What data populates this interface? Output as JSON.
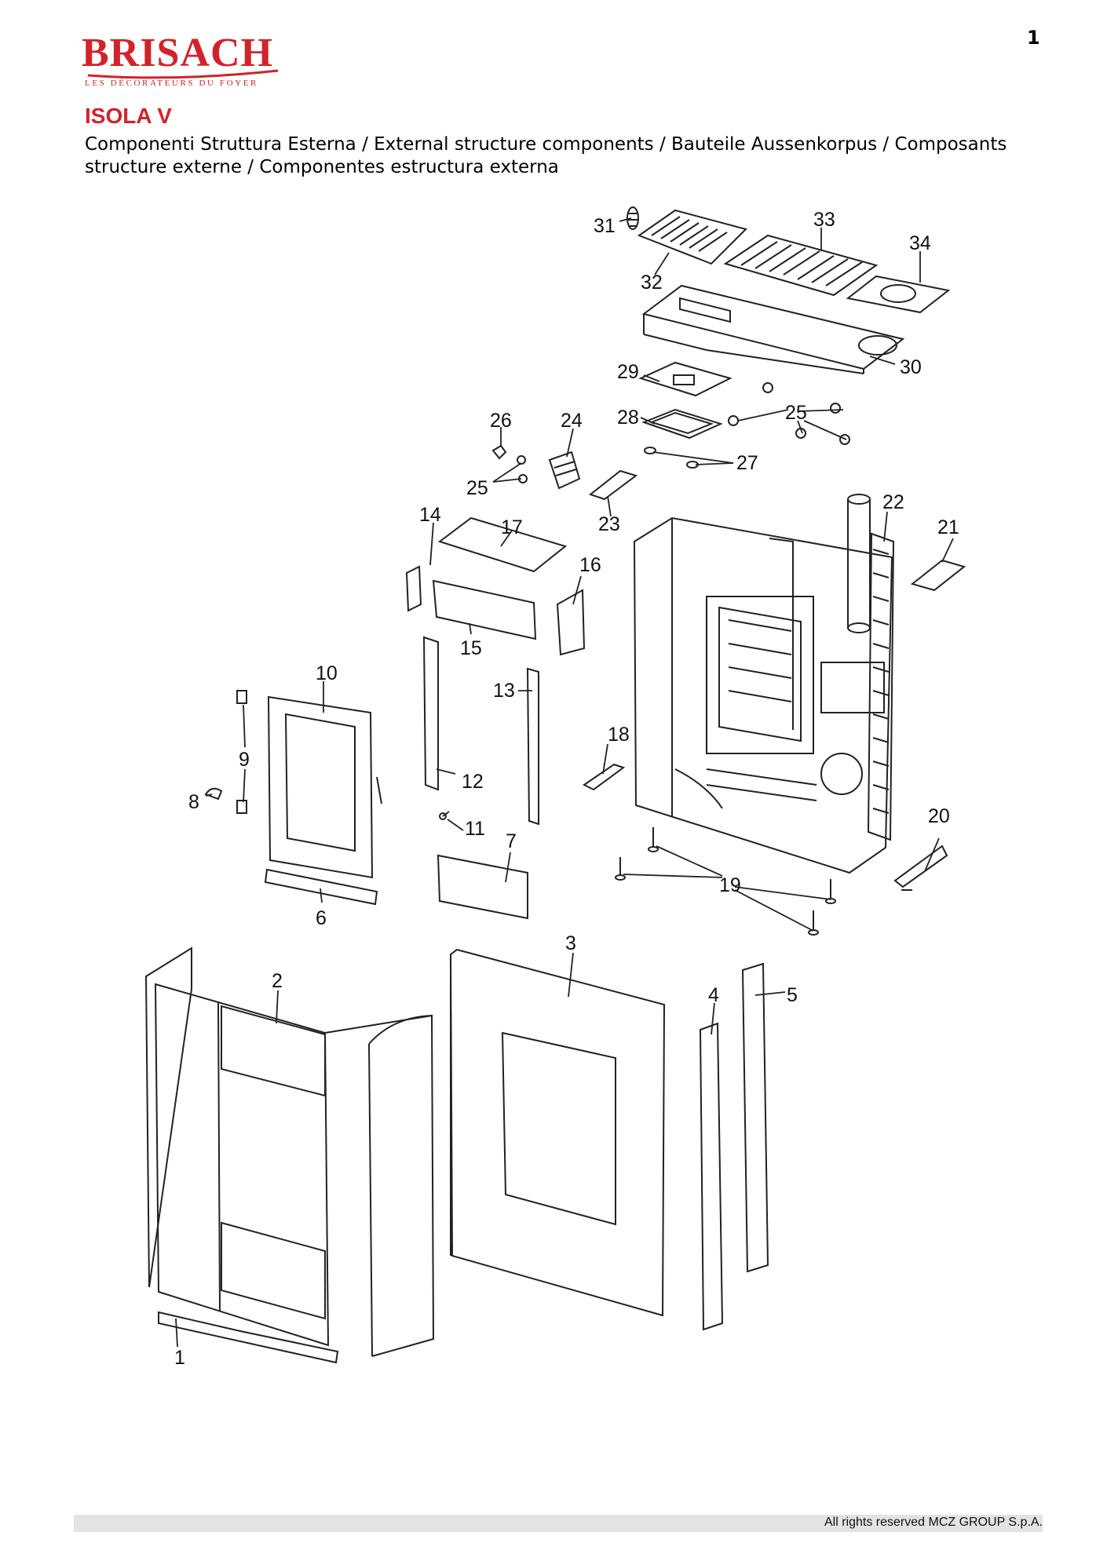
{
  "page_number": "1",
  "brand": {
    "name": "BRISACH",
    "tagline": "LES DÉCORATEURS DU FOYER",
    "color": "#d2232a"
  },
  "model": "ISOLA V",
  "subtitle": "Componenti Struttura Esterna / External structure components / Bauteile Aussenkorpus / Composants structure externe / Componentes estructura externa",
  "part_labels": [
    "1",
    "2",
    "3",
    "4",
    "5",
    "6",
    "7",
    "8",
    "9",
    "10",
    "11",
    "12",
    "13",
    "14",
    "15",
    "16",
    "17",
    "18",
    "19",
    "20",
    "21",
    "22",
    "23",
    "24",
    "25",
    "25",
    "26",
    "27",
    "28",
    "29",
    "30",
    "31",
    "32",
    "33",
    "34"
  ],
  "footer": "All rights reserved MCZ GROUP S.p.A."
}
